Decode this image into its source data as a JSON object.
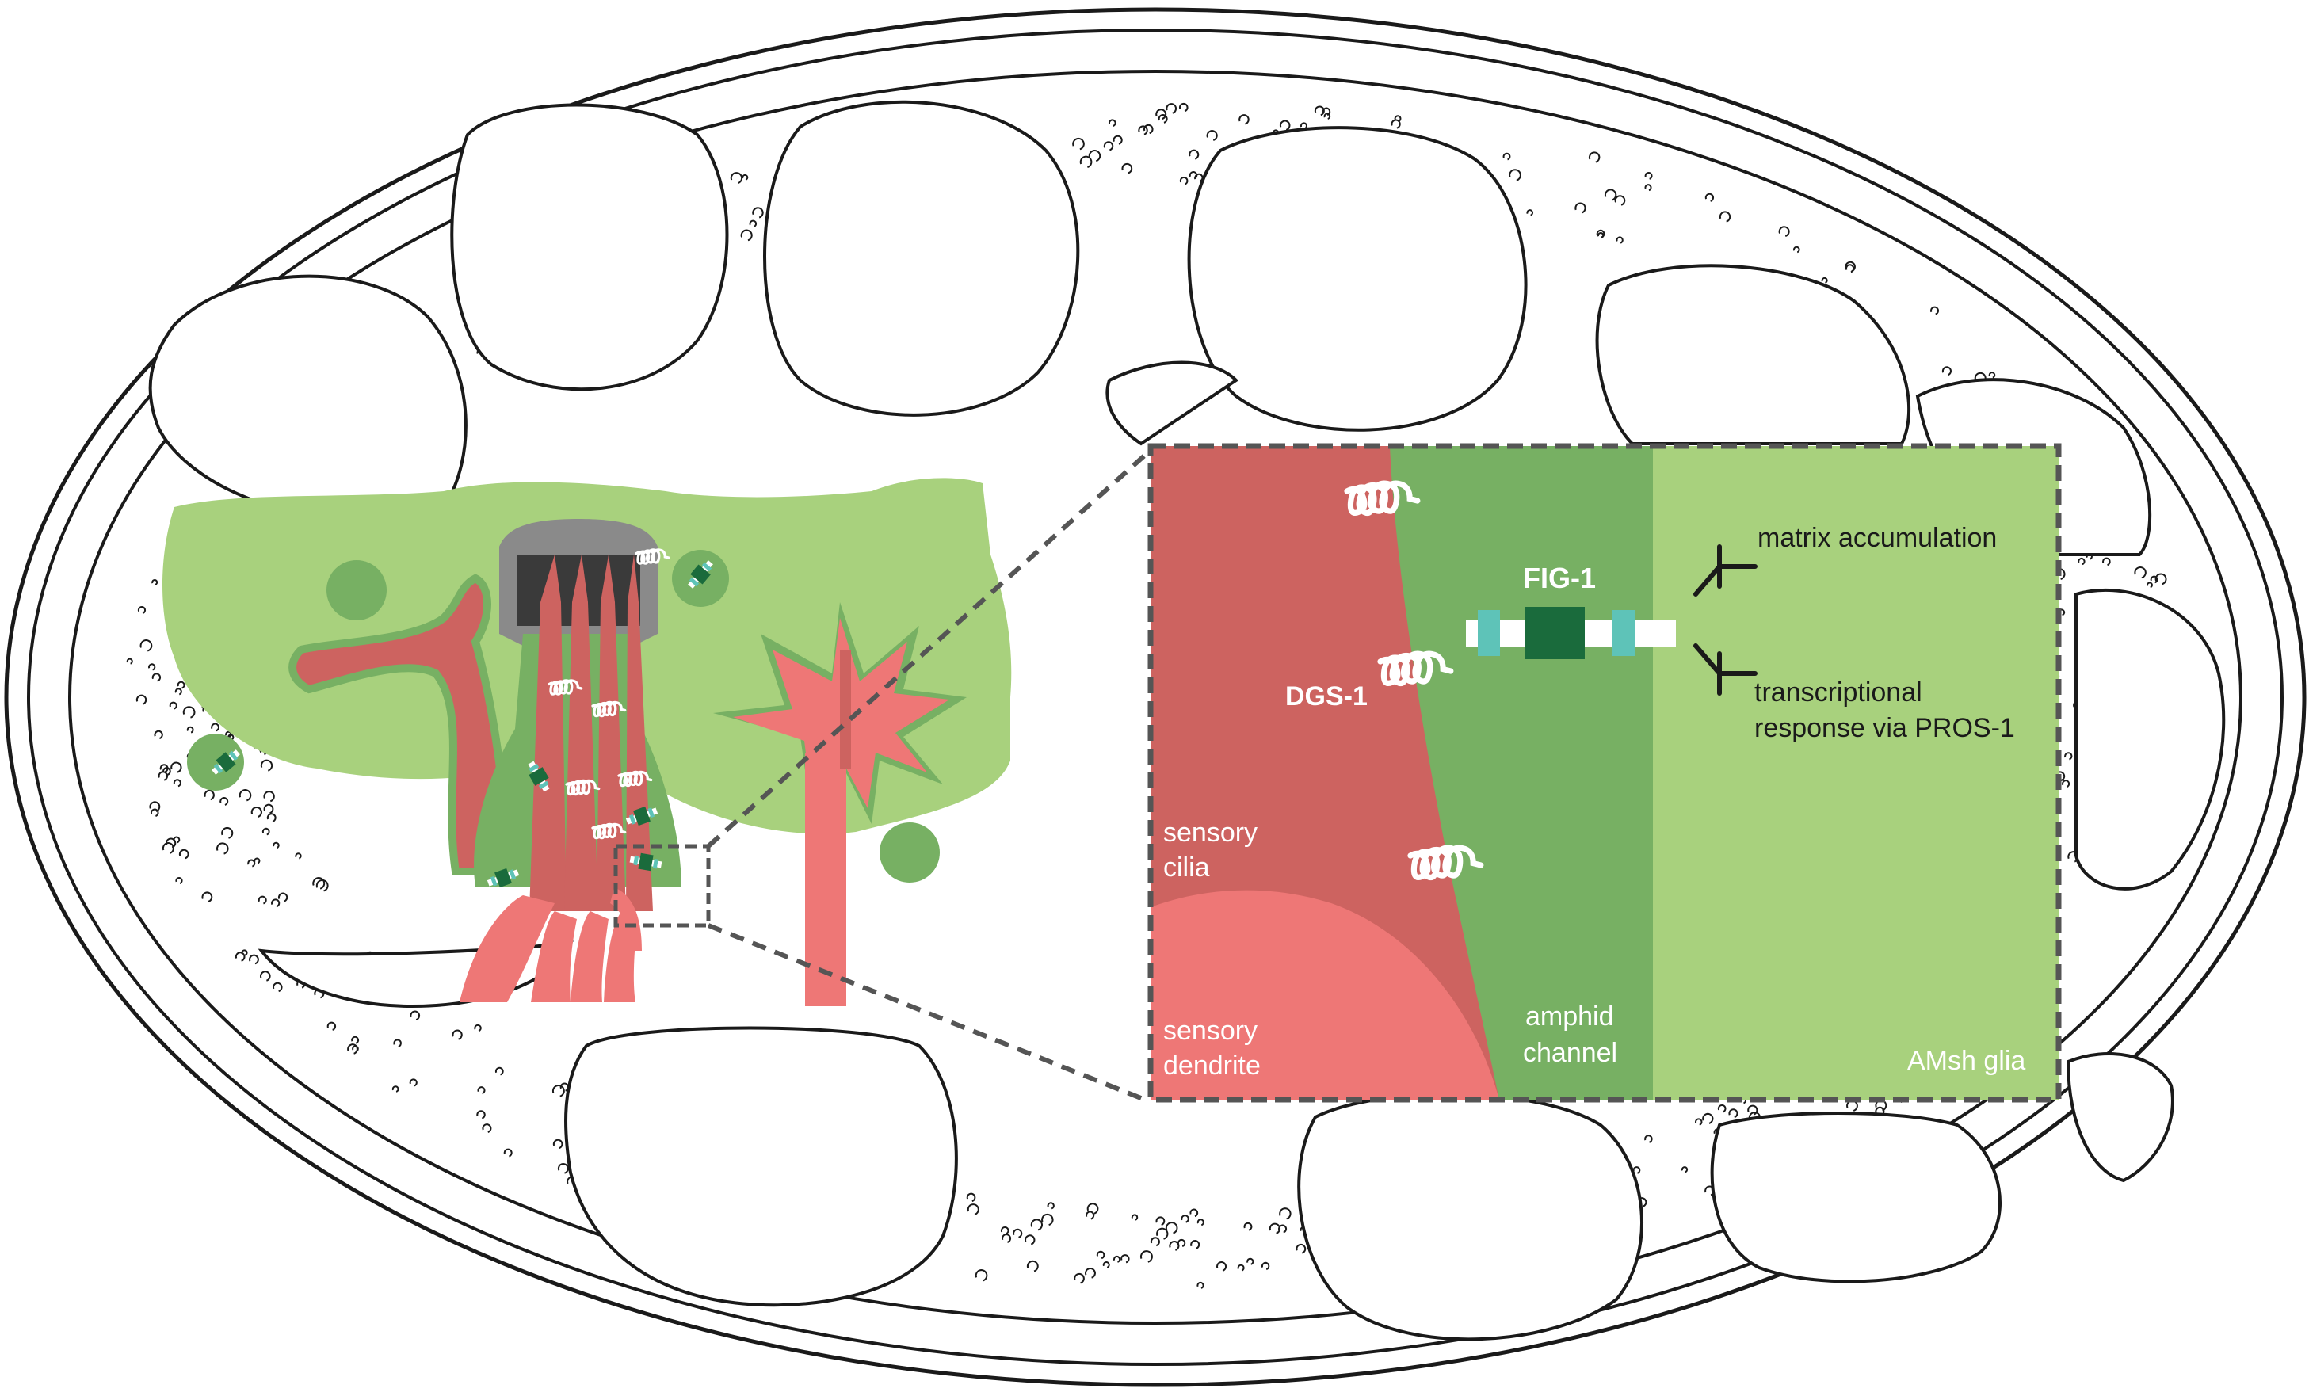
{
  "labels": {
    "fig1": "FIG-1",
    "dgs1": "DGS-1",
    "matrix": "matrix accumulation",
    "transcriptional_1": "transcriptional",
    "transcriptional_2": "response via PROS-1",
    "sensory_cilia_1": "sensory",
    "sensory_cilia_2": "cilia",
    "sensory_dendrite_1": "sensory",
    "sensory_dendrite_2": "dendrite",
    "amphid_channel_1": "amphid",
    "amphid_channel_2": "channel",
    "amsh_glia": "AMsh glia"
  },
  "colors": {
    "cilia_red": "#cd6360",
    "dendrite_pink": "#ee7776",
    "channel_green": "#77b063",
    "glia_green": "#a8d17d",
    "fig1_dark": "#1a6b3c",
    "fig1_teal": "#5ec3b8",
    "outline": "#1a1a1a",
    "dash": "#555555"
  }
}
